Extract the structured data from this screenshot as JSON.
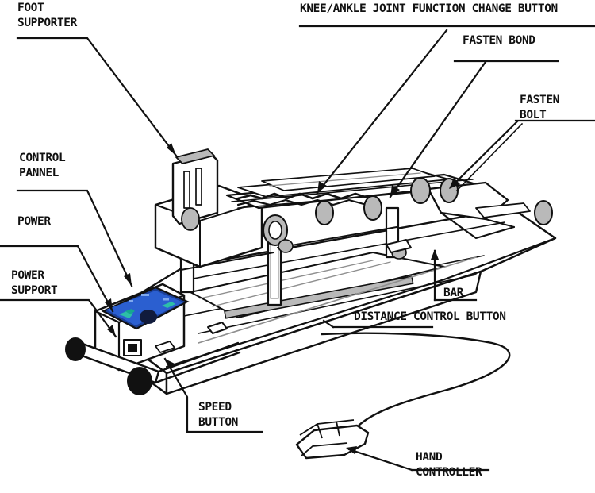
{
  "diagram": {
    "title": "Rehabilitation gait trainer exploded/callout diagram",
    "type": "technical-line-drawing",
    "colors": {
      "line": "#111111",
      "panel_blue": "#2B5FD0",
      "panel_blue_dark": "#1B3F96",
      "panel_accent_teal": "#2DBFA8",
      "metal_gray": "#b9b9b9",
      "shadow_gray": "#8f8f8f",
      "background": "#ffffff"
    },
    "labels": [
      {
        "id": "foot-supporter",
        "text": "FOOT\nSUPPORTER",
        "lines": [
          "FOOT",
          "SUPPORTER"
        ]
      },
      {
        "id": "knee-ankle-button",
        "text": "KNEE/ANKLE JOINT FUNCTION CHANGE BUTTON",
        "lines": [
          "KNEE/ANKLE JOINT FUNCTION CHANGE BUTTON"
        ]
      },
      {
        "id": "fasten-bond",
        "text": "FASTEN BOND",
        "lines": [
          "FASTEN BOND"
        ]
      },
      {
        "id": "fasten-bolt",
        "text": "FASTEN\nBOLT",
        "lines": [
          "FASTEN",
          "BOLT"
        ]
      },
      {
        "id": "control-pannel",
        "text": "CONTROL\nPANNEL",
        "lines": [
          "CONTROL",
          "PANNEL"
        ]
      },
      {
        "id": "power",
        "text": "POWER",
        "lines": [
          "POWER"
        ]
      },
      {
        "id": "power-support",
        "text": "POWER\nSUPPORT",
        "lines": [
          "POWER",
          "SUPPORT"
        ]
      },
      {
        "id": "speed-button",
        "text": "SPEED\nBUTTON",
        "lines": [
          "SPEED",
          "BUTTON"
        ]
      },
      {
        "id": "bar",
        "text": "BAR",
        "lines": [
          "BAR"
        ]
      },
      {
        "id": "distance-control",
        "text": "DISTANCE CONTROL BUTTON",
        "lines": [
          "DISTANCE CONTROL BUTTON"
        ]
      },
      {
        "id": "hand-controller",
        "text": "HAND\nCONTROLLER",
        "lines": [
          "HAND",
          "CONTROLLER"
        ]
      }
    ],
    "callouts": {
      "foot_supporter_l1": "FOOT",
      "foot_supporter_l2": "SUPPORTER",
      "knee_ankle": "KNEE/ANKLE JOINT FUNCTION CHANGE BUTTON",
      "fasten_bond": "FASTEN BOND",
      "fasten_bolt_l1": "FASTEN",
      "fasten_bolt_l2": "BOLT",
      "control_pannel_l1": "CONTROL",
      "control_pannel_l2": "PANNEL",
      "power": "POWER",
      "power_support_l1": "POWER",
      "power_support_l2": "SUPPORT",
      "speed_button_l1": "SPEED",
      "speed_button_l2": "BUTTON",
      "bar": "BAR",
      "distance_control": "DISTANCE CONTROL BUTTON",
      "hand_controller_l1": "HAND",
      "hand_controller_l2": "CONTROLLER"
    }
  }
}
